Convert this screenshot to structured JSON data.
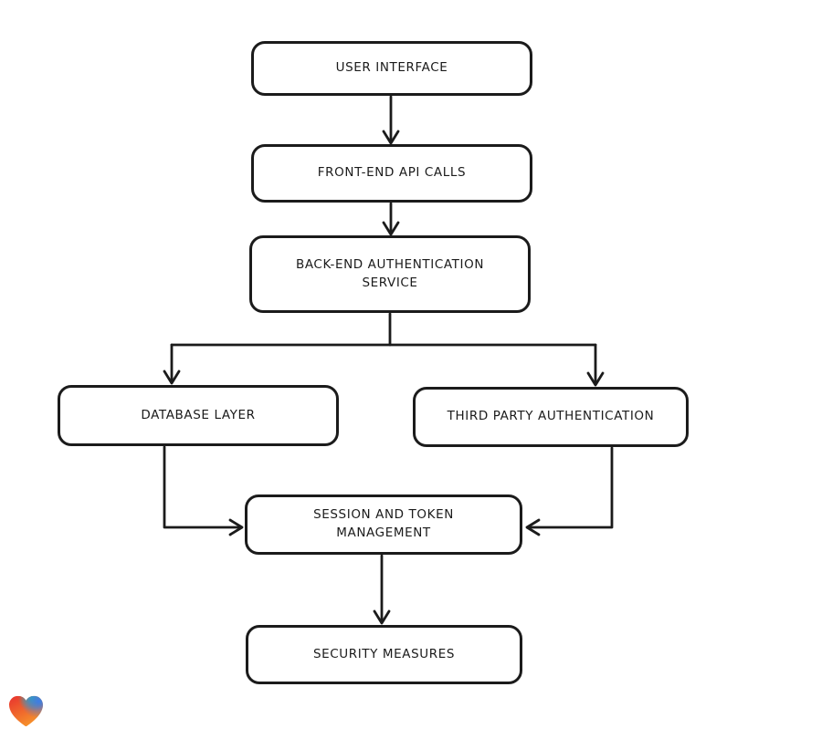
{
  "page": {
    "background": "#ffffff"
  },
  "diagram": {
    "type": "flowchart",
    "stroke_color": "#1b1b1b",
    "node_fill": "#ffffff",
    "nodes": [
      {
        "id": "user-interface",
        "label": "USER INTERFACE"
      },
      {
        "id": "front-end-api-calls",
        "label": "FRONT-END API CALLS"
      },
      {
        "id": "back-end-authentication-service",
        "label": "BACK-END AUTHENTICATION SERVICE"
      },
      {
        "id": "database-layer",
        "label": "DATABASE LAYER"
      },
      {
        "id": "third-party-authentication",
        "label": "THIRD PARTY AUTHENTICATION"
      },
      {
        "id": "session-and-token-management",
        "label": "SESSION AND TOKEN MANAGEMENT"
      },
      {
        "id": "security-measures",
        "label": "SECURITY MEASURES"
      }
    ],
    "edges": [
      {
        "from": "user-interface",
        "to": "front-end-api-calls"
      },
      {
        "from": "front-end-api-calls",
        "to": "back-end-authentication-service"
      },
      {
        "from": "back-end-authentication-service",
        "to": "database-layer"
      },
      {
        "from": "back-end-authentication-service",
        "to": "third-party-authentication"
      },
      {
        "from": "database-layer",
        "to": "session-and-token-management"
      },
      {
        "from": "third-party-authentication",
        "to": "session-and-token-management"
      },
      {
        "from": "session-and-token-management",
        "to": "security-measures"
      }
    ]
  },
  "branding": {
    "logo_icon": "heart-gradient-icon",
    "logo_colors": {
      "red": "#e8312e",
      "orange": "#f6932b",
      "teal": "#2ab5a8",
      "blue": "#3a7de8"
    }
  }
}
